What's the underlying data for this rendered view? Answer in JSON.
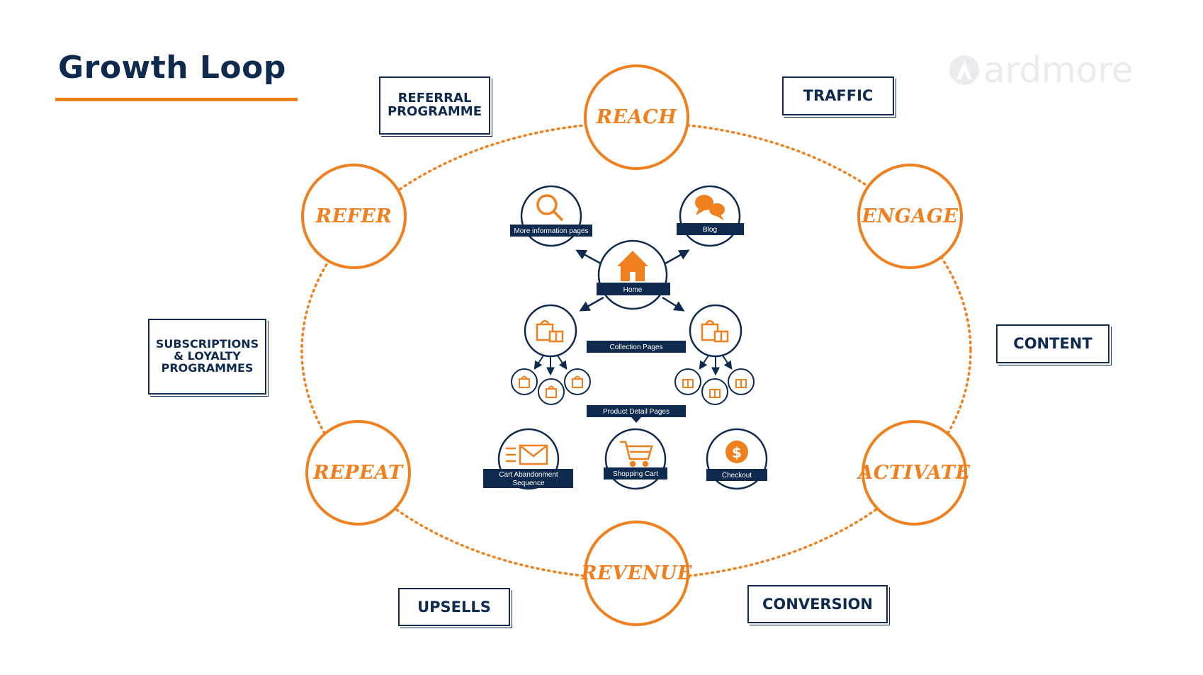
{
  "header": {
    "title": "Growth Loop",
    "logo_text": "ardmore"
  },
  "colors": {
    "orange": "#f07f1d",
    "navy": "#0f2a4f",
    "logo_gray": "#e9ebee"
  },
  "loop": {
    "stages": [
      "REACH",
      "ENGAGE",
      "ACTIVATE",
      "REVENUE",
      "REPEAT",
      "REFER"
    ]
  },
  "boxes": {
    "referral": [
      "REFERRAL",
      "PROGRAMME"
    ],
    "traffic": "TRAFFIC",
    "subscriptions": [
      "SUBSCRIPTIONS",
      "& LOYALTY",
      "PROGRAMMES"
    ],
    "content": "CONTENT",
    "upsells": "UPSELLS",
    "conversion": "CONVERSION"
  },
  "funnel": {
    "more_info": "More information pages",
    "blog": "Blog",
    "home": "Home",
    "collection": "Collection Pages",
    "product_detail": "Product Detail Pages",
    "cart_abandonment": [
      "Cart Abandonment",
      "Sequence"
    ],
    "shopping_cart": "Shopping Cart",
    "checkout": "Checkout",
    "dollar": "$"
  }
}
